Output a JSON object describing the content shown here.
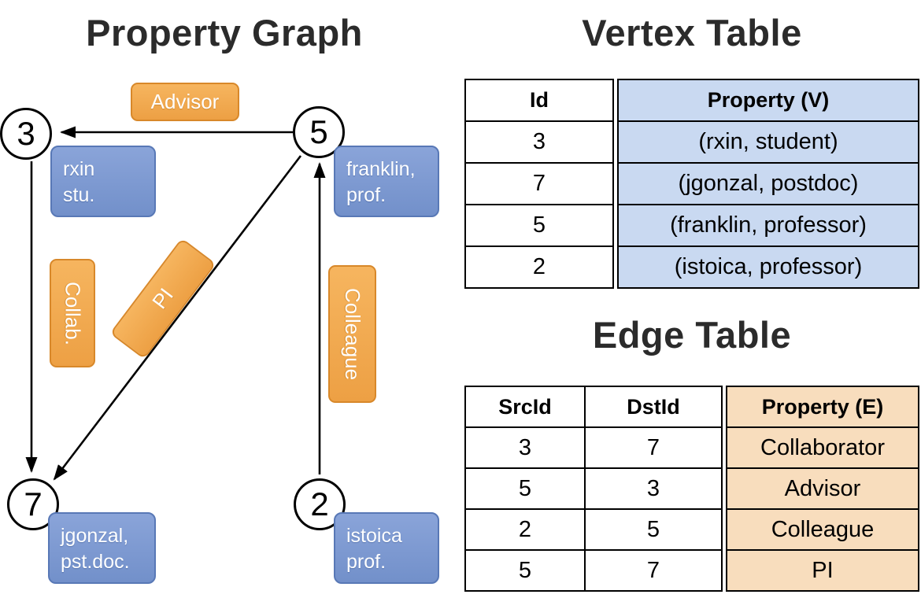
{
  "colors": {
    "orange_fill": "#EDA044",
    "orange_hi": "#F6B55F",
    "orange_border": "#D8882A",
    "blue_fill": "#7290CA",
    "blue_border": "#5878B6",
    "table_blue": "#C9D9F1",
    "table_orange": "#F8DDBD"
  },
  "graph": {
    "title": "Property Graph",
    "nodes": [
      {
        "id": "3"
      },
      {
        "id": "5"
      },
      {
        "id": "7"
      },
      {
        "id": "2"
      }
    ],
    "vertex_labels": [
      {
        "lines": [
          "rxin",
          "stu."
        ]
      },
      {
        "lines": [
          "franklin,",
          "prof."
        ]
      },
      {
        "lines": [
          "jgonzal,",
          "pst.doc."
        ]
      },
      {
        "lines": [
          "istoica",
          "prof."
        ]
      }
    ],
    "edge_labels": {
      "advisor": "Advisor",
      "collab": "Collab.",
      "pi": "PI",
      "colleague": "Colleague"
    }
  },
  "vertex_table": {
    "title": "Vertex Table",
    "headers": {
      "id": "Id",
      "property": "Property (V)"
    },
    "rows": [
      {
        "id": "3",
        "property": "(rxin, student)"
      },
      {
        "id": "7",
        "property": "(jgonzal, postdoc)"
      },
      {
        "id": "5",
        "property": "(franklin, professor)"
      },
      {
        "id": "2",
        "property": "(istoica, professor)"
      }
    ]
  },
  "edge_table": {
    "title": "Edge Table",
    "headers": {
      "src": "SrcId",
      "dst": "DstId",
      "property": "Property (E)"
    },
    "rows": [
      {
        "src": "3",
        "dst": "7",
        "property": "Collaborator"
      },
      {
        "src": "5",
        "dst": "3",
        "property": "Advisor"
      },
      {
        "src": "2",
        "dst": "5",
        "property": "Colleague"
      },
      {
        "src": "5",
        "dst": "7",
        "property": "PI"
      }
    ]
  }
}
